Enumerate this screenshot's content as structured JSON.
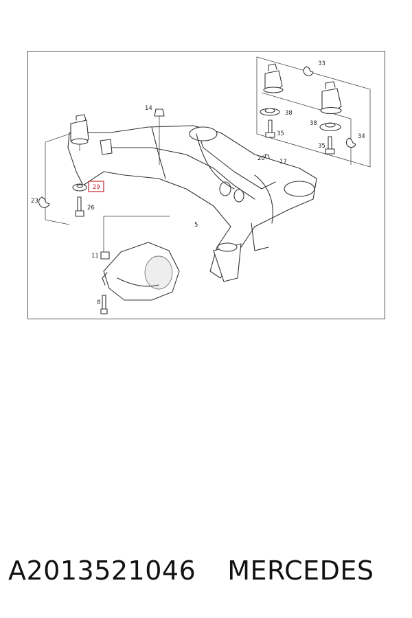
{
  "diagram": {
    "part_labels": [
      "33",
      "38",
      "38",
      "34",
      "35",
      "35",
      "20",
      "17",
      "14",
      "23",
      "29",
      "26",
      "11",
      "5",
      "8"
    ],
    "highlighted_label": "29",
    "highlight_color": "#c0272d"
  },
  "caption": {
    "part_number": "A2013521046",
    "brand": "MERCEDES"
  }
}
